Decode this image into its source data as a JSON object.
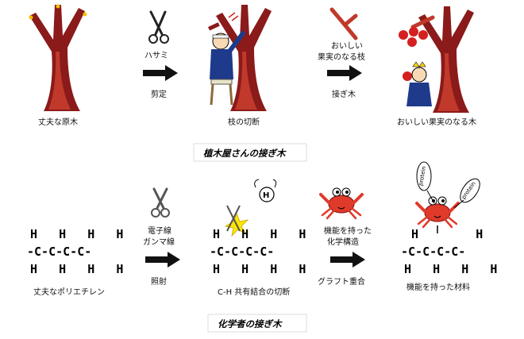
{
  "top": {
    "labels": {
      "original_tree": "丈夫な原木",
      "scissors": "ハサミ",
      "pruning": "剪定",
      "branch_cut": "枝の切断",
      "tasty_branch_line1": "おいしい",
      "tasty_branch_line2": "果実のなる枝",
      "graft": "接ぎ木",
      "tasty_tree": "おいしい果実のなる木"
    },
    "section_title": "植木屋さんの接ぎ木"
  },
  "bottom": {
    "labels": {
      "polyethylene": "丈夫なポリエチレン",
      "beam_line1": "電子線",
      "beam_line2": "ガンマ線",
      "irradiation": "照射",
      "ch_cut": "C-H 共有結合の切断",
      "functional_line1": "機能を持った",
      "functional_line2": "化学構造",
      "graft_polymerization": "グラフト重合",
      "functional_material": "機能を持った材料"
    },
    "section_title": "化学者の接ぎ木",
    "chem": {
      "h_row": "H   H   H   H",
      "c_row": "-C-C-C-C-",
      "h_row_cut": "H   H   H   H",
      "c_row_cut": "-C-C-C-C-",
      "h_row_final": "H        H",
      "c_row_final": "-C-C-C-C-",
      "h_row_final_bottom": "H   H   H   H",
      "h_atom": "H",
      "protein_1": "protein",
      "protein_2": "protein"
    }
  },
  "colors": {
    "trunk": "#8b1a1a",
    "trunk_inner": "#c0392b",
    "crab": "#e03a2a",
    "apple": "#d42020",
    "spark": "#ffe600",
    "arrow": "#111111"
  }
}
